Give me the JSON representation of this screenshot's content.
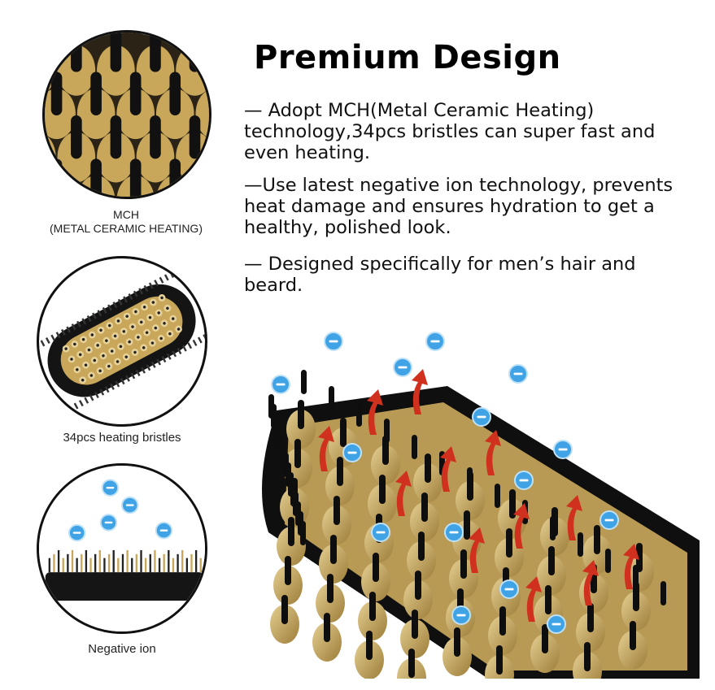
{
  "header": {
    "title": "Premium Design"
  },
  "features": [
    {
      "text": "— Adopt MCH(Metal Ceramic Heating) technology,34pcs bristles can super fast and even heating."
    },
    {
      "text": "—Use latest negative ion technology, prevents heat damage and ensures hydration to get a healthy, polished look."
    },
    {
      "text": "— Designed specifically for men’s hair and beard."
    }
  ],
  "callouts": [
    {
      "line1": "MCH",
      "line2": "(METAL CERAMIC HEATING)"
    },
    {
      "line1": "34pcs heating bristles"
    },
    {
      "line1": "Negative ion"
    }
  ],
  "colors": {
    "gold": "#c9a75a",
    "black": "#0e0e0e",
    "ion_blue": "#3fa3e6",
    "arrow_red": "#d0301e"
  }
}
